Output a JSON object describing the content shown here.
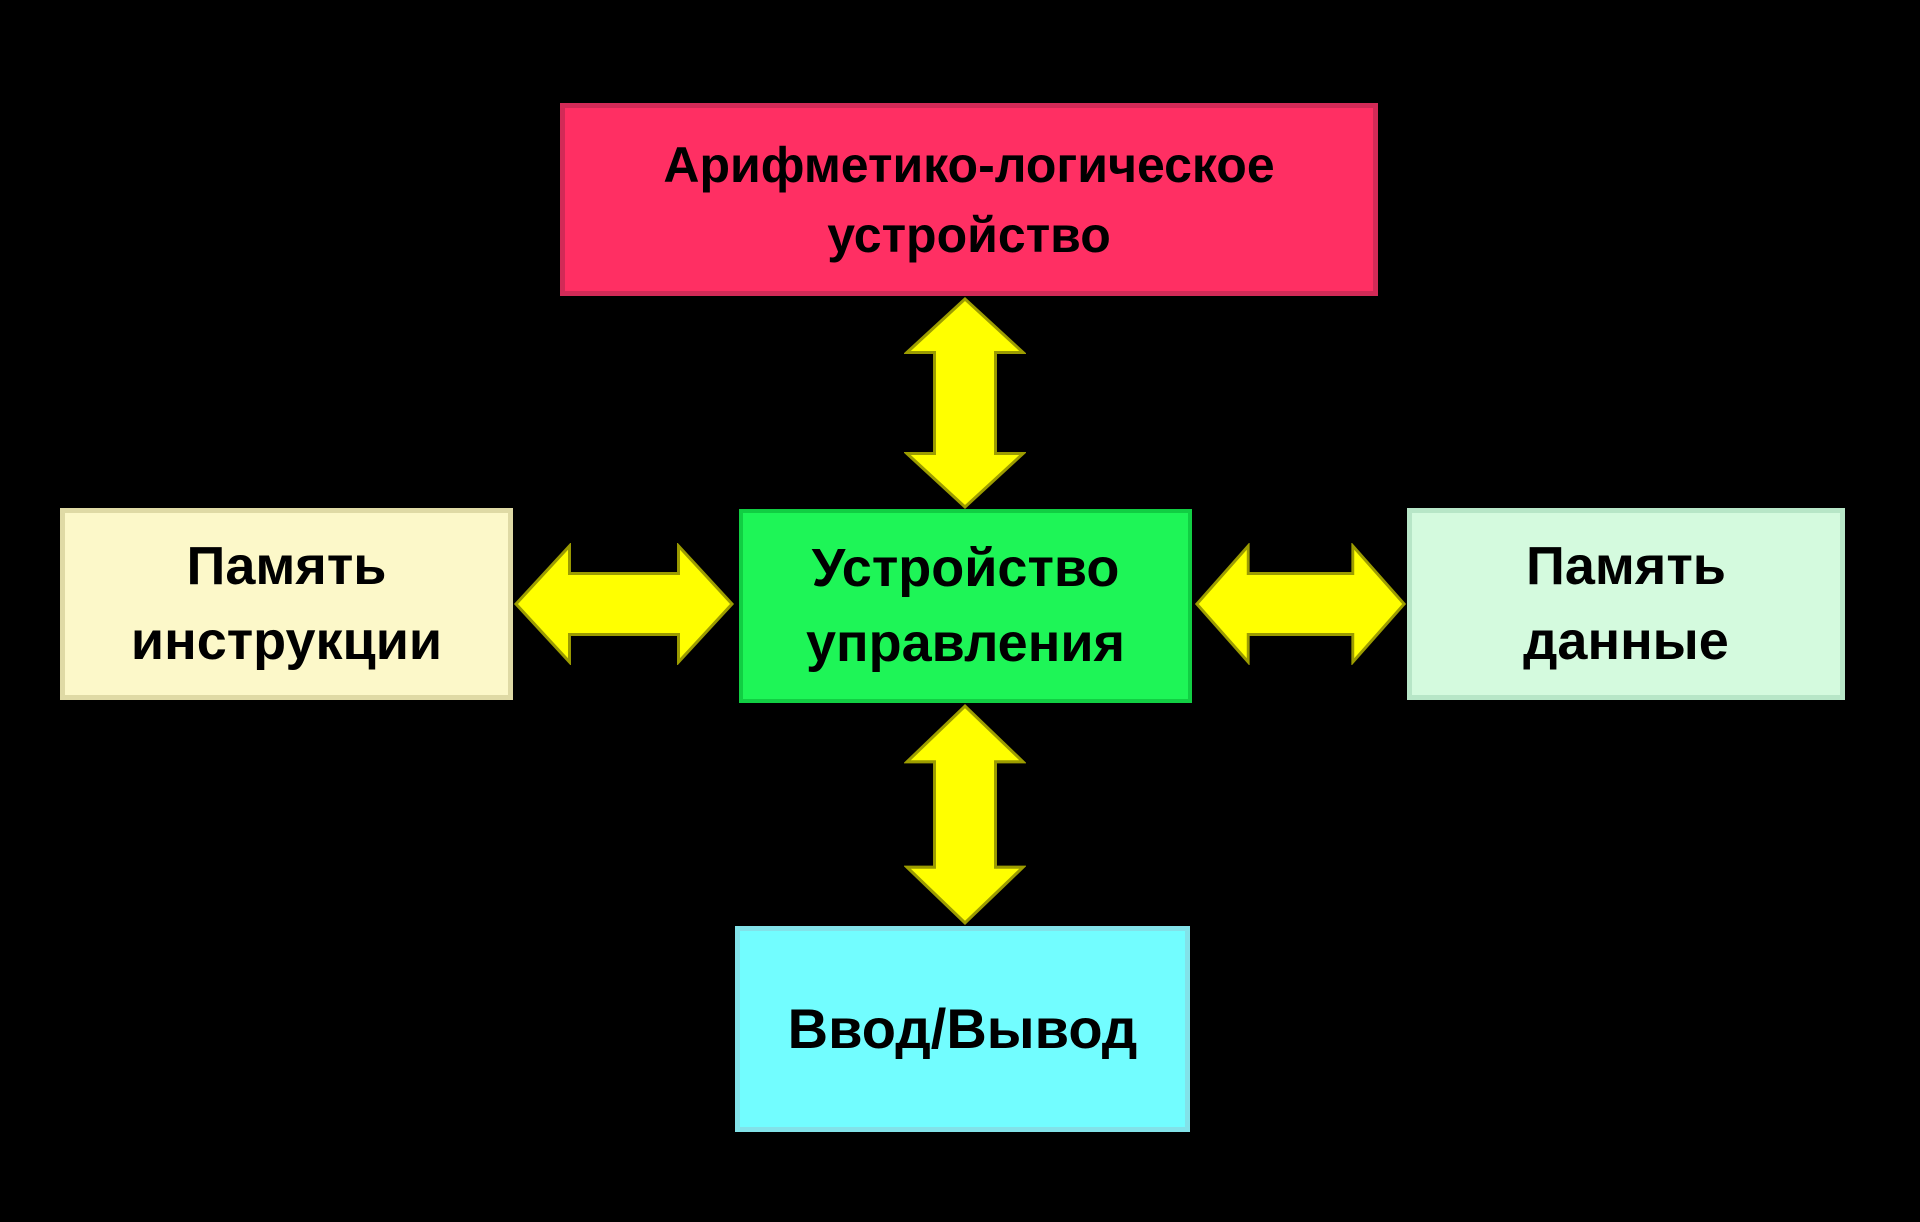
{
  "canvas": {
    "background": "#000000"
  },
  "nodes": {
    "alu": {
      "label": "Арифметико-логическое устройство",
      "lines": [
        "Арифметико-логическое",
        "устройство"
      ],
      "fill": "#FF2F63",
      "border": "#D22A57",
      "text_color": "#000000"
    },
    "control": {
      "label": "Устройство управления",
      "lines": [
        "Устройство",
        "управления"
      ],
      "fill": "#1EF557",
      "border": "#11CE43",
      "text_color": "#000000"
    },
    "instruction_memory": {
      "label": "Память инструкции",
      "lines": [
        "Память",
        "инструкции"
      ],
      "fill": "#FCF8C9",
      "border": "#DFDAA5",
      "text_color": "#000000"
    },
    "data_memory": {
      "label": "Память данные",
      "lines": [
        "Память",
        "данные"
      ],
      "fill": "#D4FADE",
      "border": "#B7E6C7",
      "text_color": "#000000"
    },
    "io": {
      "label": "Ввод/Вывод",
      "lines": [
        "Ввод/Вывод"
      ],
      "fill": "#72FDFF",
      "border": "#82E2E9",
      "text_color": "#000000"
    }
  },
  "arrows": {
    "fill": "#FFFF00",
    "stroke": "#9C9C00",
    "items": [
      {
        "name": "alu-control",
        "orientation": "vertical",
        "bidirectional": true
      },
      {
        "name": "instruction-memory-control",
        "orientation": "horizontal",
        "bidirectional": true
      },
      {
        "name": "control-data-memory",
        "orientation": "horizontal",
        "bidirectional": true
      },
      {
        "name": "control-io",
        "orientation": "vertical",
        "bidirectional": true
      }
    ]
  }
}
